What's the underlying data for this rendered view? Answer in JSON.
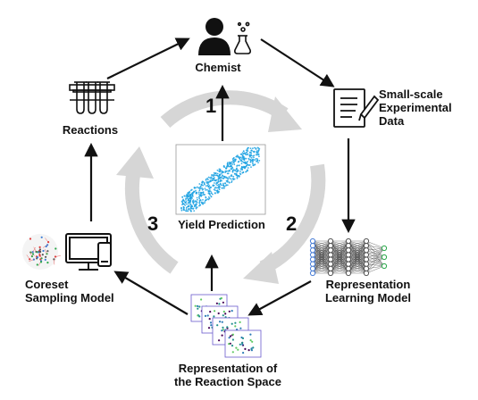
{
  "nodes": {
    "chemist": "Chemist",
    "data": [
      "Small-scale",
      "Experimental",
      "Data"
    ],
    "representation_model": [
      "Representation",
      "Learning Model"
    ],
    "reaction_space": [
      "Representation of",
      "the Reaction Space"
    ],
    "coreset": [
      "Coreset",
      "Sampling Model"
    ],
    "reactions": "Reactions",
    "yield": "Yield Prediction"
  },
  "cycle_numbers": [
    "1",
    "2",
    "3"
  ],
  "colors": {
    "arrow": "#111111",
    "cycle": "#d4d4d4",
    "scatter": "#1ba1e2",
    "icon": "#111111"
  }
}
